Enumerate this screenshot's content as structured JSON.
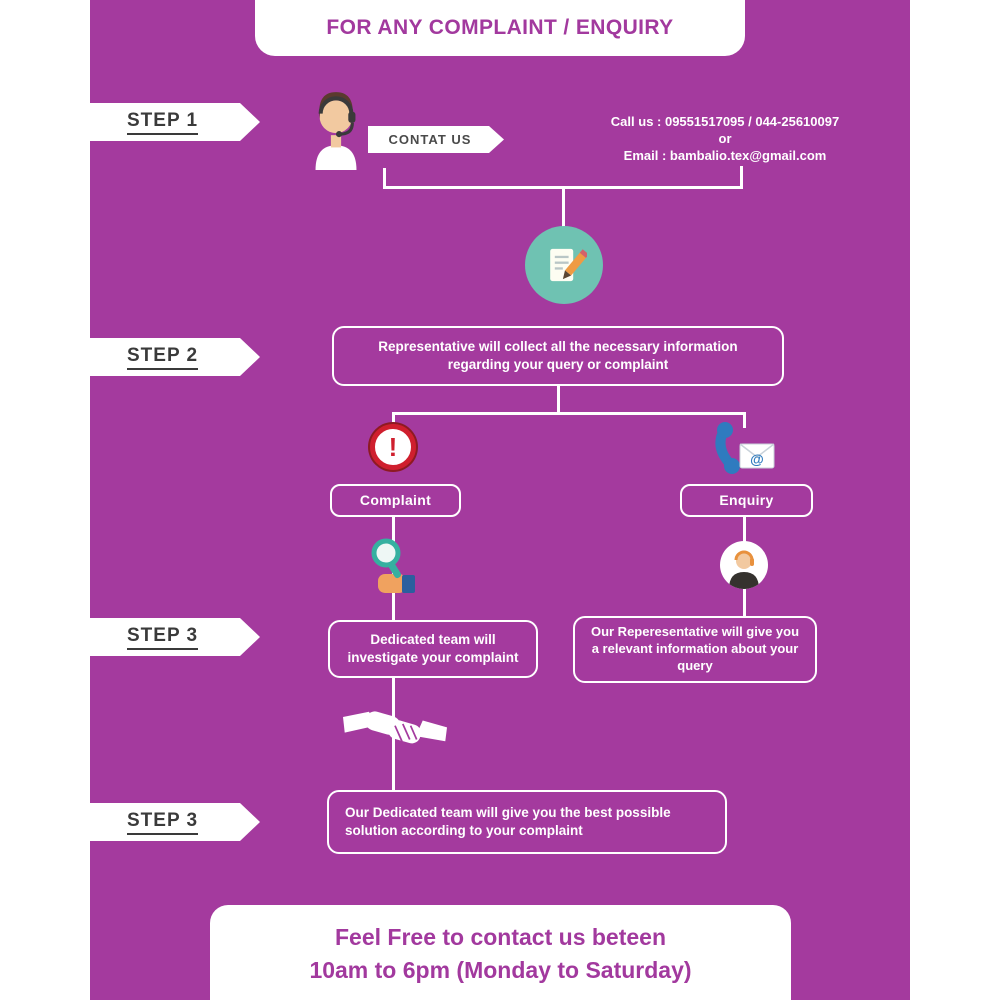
{
  "colors": {
    "background_purple": "#a43a9e",
    "banner_text_purple": "#a2399e",
    "teal": "#6fc2b2",
    "alert_red": "#cf1f2e",
    "dark_text": "#3a3a3a",
    "white": "#ffffff"
  },
  "header": {
    "title": "FOR ANY COMPLAINT / ENQUIRY"
  },
  "steps": {
    "step1": "STEP 1",
    "step2": "STEP 2",
    "step3a": "STEP 3",
    "step3b": "STEP 3"
  },
  "contact": {
    "button": "CONTAT US",
    "call_line": "Call us :  09551517095 / 044-25610097",
    "or": "or",
    "email_line": "Email  :  bambalio.tex@gmail.com"
  },
  "flow": {
    "collect": "Representative will collect all the necessary information regarding your query or complaint",
    "complaint_label": "Complaint",
    "enquiry_label": "Enquiry",
    "investigate": "Dedicated team will investigate your complaint",
    "representative": "Our Reperesentative will give you a relevant information about your query",
    "solution": "Our Dedicated team will give you the best possible solution according to your complaint"
  },
  "footer": {
    "line1": "Feel Free to contact us beteen",
    "line2": "10am to 6pm (Monday to Saturday)"
  },
  "icons": {
    "support_agent": "support-agent-icon",
    "note_pencil": "note-pencil-icon",
    "exclamation": "exclamation-icon",
    "phone_email": "phone-email-icon",
    "magnifier_hand": "magnifier-hand-icon",
    "representative_person": "representative-person-icon",
    "handshake": "handshake-icon"
  }
}
